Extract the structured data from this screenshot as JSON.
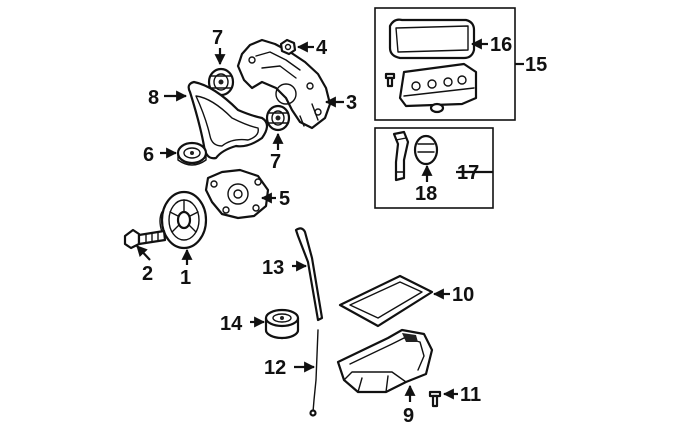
{
  "callouts": {
    "c1": "1",
    "c2": "2",
    "c3": "3",
    "c4": "4",
    "c5": "5",
    "c6": "6",
    "c7a": "7",
    "c7b": "7",
    "c8": "8",
    "c9": "9",
    "c10": "10",
    "c11": "11",
    "c12": "12",
    "c13": "13",
    "c14": "14",
    "c15": "15",
    "c16": "16",
    "c17": "17",
    "c18": "18"
  },
  "colors": {
    "ink": "#111111",
    "background": "#ffffff"
  }
}
